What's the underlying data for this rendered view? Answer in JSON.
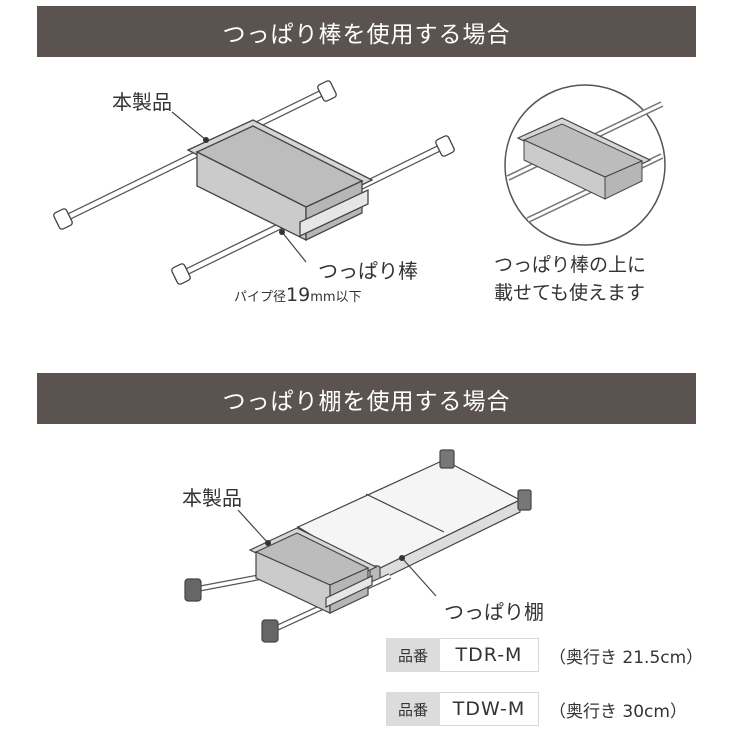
{
  "section1": {
    "banner": "つっぱり棒を使用する場合",
    "product_label": "本製品",
    "rod_label": "つっぱり棒",
    "rod_spec_prefix": "パイプ径",
    "rod_spec_value": "19",
    "rod_spec_unit": "mm以下",
    "caption_line1": "つっぱり棒の上に",
    "caption_line2": "載せても使えます"
  },
  "section2": {
    "banner": "つっぱり棚を使用する場合",
    "product_label": "本製品",
    "shelf_label": "つっぱり棚",
    "specs": [
      {
        "tag": "品番",
        "code": "TDR-M",
        "depth": "（奥行き 21.5cm）"
      },
      {
        "tag": "品番",
        "code": "TDW-M",
        "depth": "（奥行き 30cm）"
      }
    ]
  },
  "colors": {
    "banner": "#5a5350",
    "line": "#444444",
    "tray": "#cfcfcf"
  }
}
